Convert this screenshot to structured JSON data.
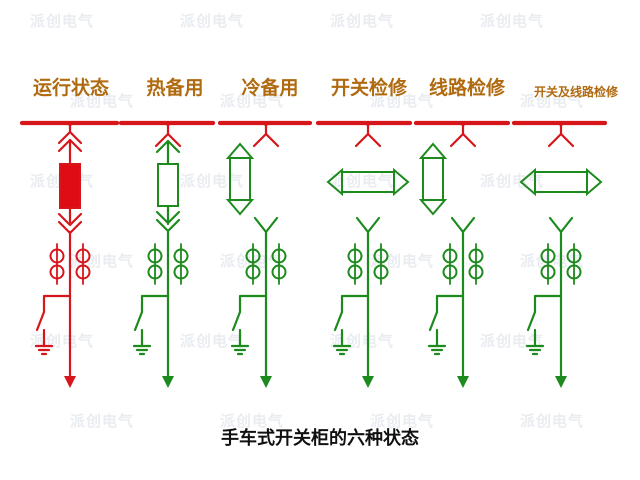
{
  "watermark_text": "派创电气",
  "states": [
    {
      "label": "运行状态",
      "status": "running"
    },
    {
      "label": "热备用",
      "status": "hot-standby"
    },
    {
      "label": "冷备用",
      "status": "cold-standby"
    },
    {
      "label": "开关检修",
      "status": "breaker-maintenance"
    },
    {
      "label": "线路检修",
      "status": "line-maintenance"
    },
    {
      "label": "开关及线路检修",
      "status": "breaker-and-line-maintenance"
    }
  ],
  "caption": "手车式开关柜的六种状态",
  "colors": {
    "busbar": "#d6161b",
    "live": "#d6161b",
    "dead": "#1c8a1c",
    "label": "#b06a10",
    "watermark": "#e9edf1"
  }
}
